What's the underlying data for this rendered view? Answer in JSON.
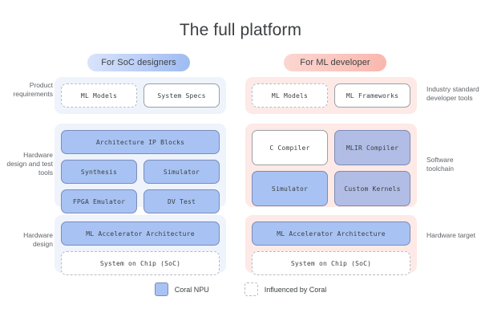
{
  "page": {
    "title": "The full platform"
  },
  "columns": {
    "left": {
      "pill_label": "For SoC designers",
      "pill_color": "#a8c3f3",
      "panel_color": "#eef3fc",
      "sections": [
        {
          "rows": [
            [
              {
                "label": "ML Models",
                "style": "dashed"
              },
              {
                "label": "System Specs",
                "style": "solid"
              }
            ]
          ]
        },
        {
          "rows": [
            [
              {
                "label": "Architecture IP Blocks",
                "style": "npu"
              }
            ],
            [
              {
                "label": "Synthesis",
                "style": "npu"
              },
              {
                "label": "Simulator",
                "style": "npu"
              }
            ],
            [
              {
                "label": "FPGA Emulator",
                "style": "npu"
              },
              {
                "label": "DV Test",
                "style": "npu"
              }
            ]
          ]
        },
        {
          "rows": [
            [
              {
                "label": "ML Accelerator Architecture",
                "style": "npu"
              }
            ],
            [
              {
                "label": "System on Chip (SoC)",
                "style": "dashed"
              }
            ]
          ]
        }
      ]
    },
    "right": {
      "pill_label": "For ML developer",
      "pill_color": "#f9b7ad",
      "panel_color": "#fde9e6",
      "sections": [
        {
          "rows": [
            [
              {
                "label": "ML Models",
                "style": "dashed"
              },
              {
                "label": "ML Frameworks",
                "style": "solid"
              }
            ]
          ]
        },
        {
          "rows": [
            [
              {
                "label": "C Compiler",
                "style": "solid"
              },
              {
                "label": "MLIR Compiler",
                "style": "npu-alt"
              }
            ],
            [
              {
                "label": "Simulator",
                "style": "npu"
              },
              {
                "label": "Custom Kernels",
                "style": "npu-alt"
              }
            ]
          ]
        },
        {
          "rows": [
            [
              {
                "label": "ML Accelerator Architecture",
                "style": "npu"
              }
            ],
            [
              {
                "label": "System on Chip (SoC)",
                "style": "dashed"
              }
            ]
          ]
        }
      ]
    }
  },
  "side_labels": {
    "left": [
      "Product requirements",
      "Hardware design and test tools",
      "Hardware design"
    ],
    "right": [
      "Industry standard developer tools",
      "Software toolchain",
      "Hardware target"
    ]
  },
  "legend": {
    "items": [
      {
        "label": "Coral NPU",
        "swatch": "npu"
      },
      {
        "label": "Influenced by Coral",
        "swatch": "infl"
      }
    ]
  }
}
